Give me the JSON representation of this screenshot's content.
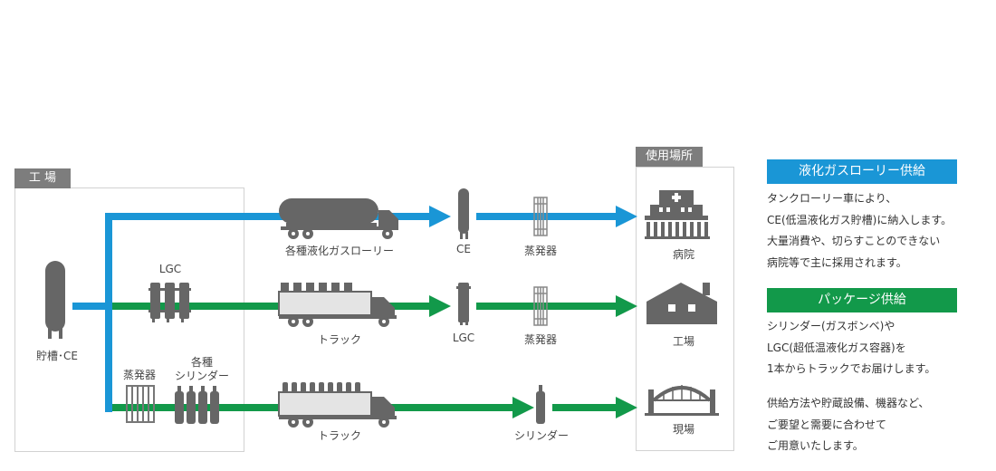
{
  "colors": {
    "blue": "#1a96d6",
    "green": "#12994a",
    "gray": "#666666",
    "tag": "#7d7d7d"
  },
  "factory": {
    "tag": "工 場",
    "tank_label": "貯槽･CE",
    "lgc_label": "LGC",
    "evaporator_label": "蒸発器",
    "cylinders_label": "各種\nシリンダー"
  },
  "routes": {
    "tanker": {
      "truck_label": "各種液化ガスローリー",
      "mid_label": "CE",
      "evap_label": "蒸発器"
    },
    "package": {
      "truck_label": "トラック",
      "mid_label": "LGC",
      "evap_label": "蒸発器"
    },
    "cylinder": {
      "truck_label": "トラック",
      "mid_label": "シリンダー"
    }
  },
  "usage": {
    "tag": "使用場所",
    "hospital": "病院",
    "factory": "工場",
    "site": "現場"
  },
  "sections": {
    "tanker": {
      "title": "液化ガスローリー供給",
      "lines": [
        "タンクローリー車により、",
        "CE(低温液化ガス貯槽)に納入します。",
        "大量消費や、切らすことのできない",
        "病院等で主に採用されます。"
      ]
    },
    "package": {
      "title": "パッケージ供給",
      "lines": [
        "シリンダー(ガスボンベ)や",
        "LGC(超低温液化ガス容器)を",
        "1本からトラックでお届けします。"
      ],
      "lines2": [
        "供給方法や貯蔵設備、機器など、",
        "ご要望と需要に合わせて",
        "ご用意いたします。"
      ]
    }
  }
}
